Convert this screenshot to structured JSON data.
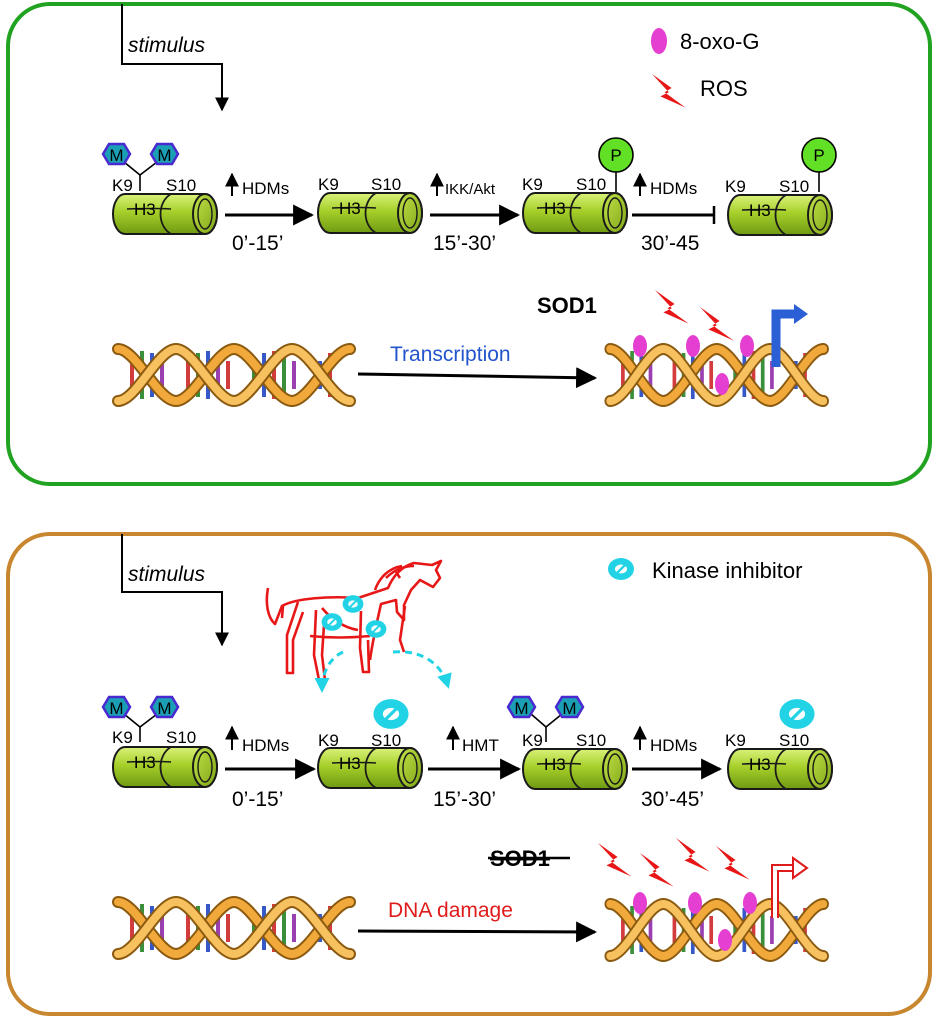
{
  "panels": [
    {
      "stimulus": "stimulus",
      "legend": [
        {
          "icon": "8-oxo-g-icon",
          "label": "8-oxo-G"
        },
        {
          "icon": "ros-bolt-icon",
          "label": "ROS"
        }
      ],
      "histones": [
        {
          "k9": "K9",
          "s10": "S10",
          "h3": "H3",
          "mark_m1": "M",
          "mark_m2": "M"
        },
        {
          "k9": "K9",
          "s10": "S10",
          "h3": "H3"
        },
        {
          "k9": "K9",
          "s10": "S10",
          "h3": "H3",
          "mark_p": "P"
        },
        {
          "k9": "K9",
          "s10": "S10",
          "h3": "H3",
          "mark_p": "P"
        }
      ],
      "steps": [
        {
          "enzyme": "HDMs",
          "time": "0’-15’"
        },
        {
          "enzyme": "IKK/Akt",
          "time": "15’-30’"
        },
        {
          "enzyme": "HDMs",
          "time": "30’-45"
        }
      ],
      "gene": "SOD1",
      "process": "Transcription",
      "colors": {
        "border": "#21a321",
        "process": "#2255cc",
        "promoter": "#2a5fd6"
      }
    },
    {
      "stimulus": "stimulus",
      "legend": [
        {
          "icon": "kinase-inhibitor-icon",
          "label": "Kinase inhibitor"
        }
      ],
      "histones": [
        {
          "k9": "K9",
          "s10": "S10",
          "h3": "H3",
          "mark_m1": "M",
          "mark_m2": "M"
        },
        {
          "k9": "K9",
          "s10": "S10",
          "h3": "H3"
        },
        {
          "k9": "K9",
          "s10": "S10",
          "h3": "H3",
          "mark_m1": "M",
          "mark_m2": "M"
        },
        {
          "k9": "K9",
          "s10": "S10",
          "h3": "H3"
        }
      ],
      "steps": [
        {
          "enzyme": "HDMs",
          "time": "0’-15’"
        },
        {
          "enzyme": "HMT",
          "time": "15’-30’"
        },
        {
          "enzyme": "HDMs",
          "time": "30’-45’"
        }
      ],
      "gene": "SOD1",
      "process": "DNA damage",
      "colors": {
        "border": "#c8862e",
        "process": "#e01b1b",
        "promoter": "#e01b1b",
        "inhibitor": "#22d3e6"
      }
    }
  ]
}
